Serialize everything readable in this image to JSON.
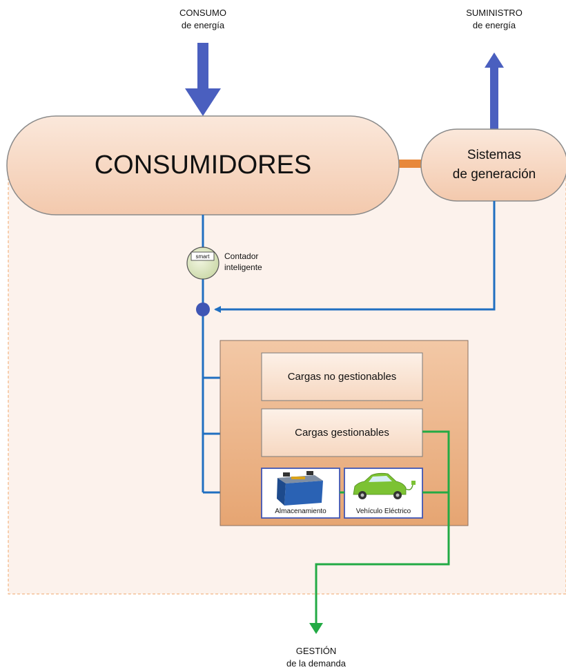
{
  "top_labels": {
    "consumo_line1": "CONSUMO",
    "consumo_line2": "de energía",
    "suministro_line1": "SUMINISTRO",
    "suministro_line2": "de energía"
  },
  "consumidores": {
    "label": "CONSUMIDORES"
  },
  "generacion": {
    "line1": "Sistemas",
    "line2": "de generación"
  },
  "meter": {
    "tag": "smart",
    "line1": "Contador",
    "line2": "inteligente"
  },
  "loads": {
    "no_gestionables": "Cargas no gestionables",
    "gestionables": "Cargas gestionables",
    "almacenamiento": "Almacenamiento",
    "vehiculo": "Vehículo Eléctrico"
  },
  "bottom_label": {
    "line1": "GESTIÓN",
    "line2": "de la demanda"
  },
  "colors": {
    "blue_arrow": "#4a5fbf",
    "blue_line": "#1f6fc1",
    "green_line": "#22aa44",
    "orange_link": "#e8883a",
    "consumer_fill": "#f6d4bd",
    "zone_fill": "#fcf2ec",
    "panel_fill": "#eab489"
  }
}
